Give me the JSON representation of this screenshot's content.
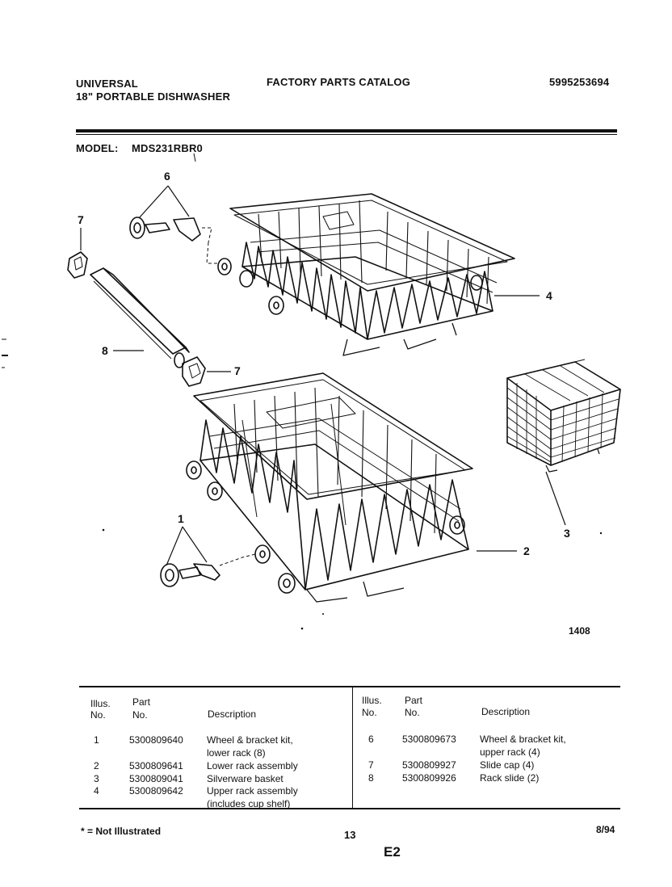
{
  "header": {
    "brand": "UNIVERSAL",
    "product": "18\" PORTABLE DISHWASHER",
    "catalog_title": "FACTORY PARTS CATALOG",
    "catalog_number": "5995253694",
    "model_label": "MODEL:",
    "model_value": "MDS231RBR0"
  },
  "diagram": {
    "callouts": [
      "6",
      "7",
      "4",
      "8",
      "7",
      "3",
      "1",
      "2"
    ],
    "figure_number": "1408"
  },
  "parts_table": {
    "headers": {
      "illus_1": "Illus.",
      "illus_2": "No.",
      "part_1": "Part",
      "part_2": "No.",
      "description": "Description"
    },
    "left_rows": [
      {
        "illus": "1",
        "part": "5300809640",
        "desc": [
          "Wheel & bracket kit,",
          "lower rack (8)"
        ]
      },
      {
        "illus": "2",
        "part": "5300809641",
        "desc": [
          "Lower rack assembly"
        ]
      },
      {
        "illus": "3",
        "part": "5300809041",
        "desc": [
          "Silverware basket"
        ]
      },
      {
        "illus": "4",
        "part": "5300809642",
        "desc": [
          "Upper rack assembly",
          "(includes cup shelf)"
        ]
      }
    ],
    "right_rows": [
      {
        "illus": "6",
        "part": "5300809673",
        "desc": [
          "Wheel & bracket kit,",
          "upper rack (4)"
        ]
      },
      {
        "illus": "7",
        "part": "5300809927",
        "desc": [
          "Slide cap (4)"
        ]
      },
      {
        "illus": "8",
        "part": "5300809926",
        "desc": [
          "Rack slide (2)"
        ]
      }
    ]
  },
  "footer": {
    "note": "* = Not Illustrated",
    "page_number": "13",
    "date": "8/94",
    "section": "E2"
  }
}
